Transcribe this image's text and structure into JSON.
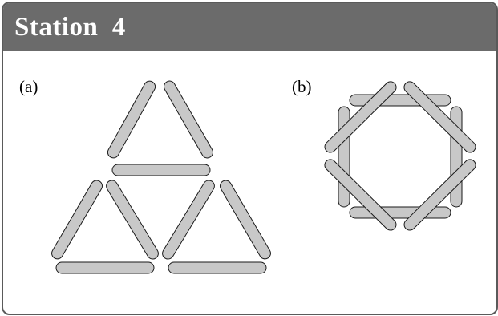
{
  "station": {
    "title": "Station  4"
  },
  "panels": [
    {
      "label": "(a)",
      "description": "triangle-of-triangles"
    },
    {
      "label": "(b)",
      "description": "octagram-of-sticks"
    }
  ],
  "colors": {
    "header_bg": "#6b6b6b",
    "border": "#5a5a5a",
    "stick_fill": "#c8c8c8",
    "stick_stroke": "#1a1a1a"
  }
}
